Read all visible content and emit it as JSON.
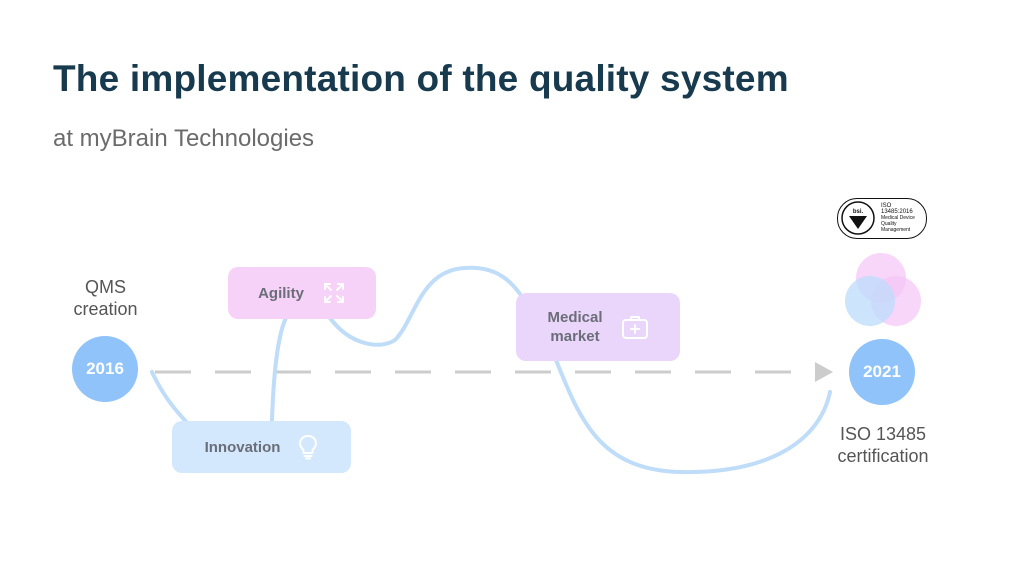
{
  "title": "The implementation of the quality system",
  "subtitle": "at myBrain Technologies",
  "milestones": {
    "start": {
      "year": "2016",
      "caption_line1": "QMS",
      "caption_line2": "creation"
    },
    "end": {
      "year": "2021",
      "caption_line1": "ISO 13485",
      "caption_line2": "certification"
    }
  },
  "stages": [
    {
      "label_line1": "Agility",
      "label_line2": "",
      "icon": "arrows-expand-icon"
    },
    {
      "label_line1": "Innovation",
      "label_line2": "",
      "icon": "lightbulb-icon"
    },
    {
      "label_line1": "Medical",
      "label_line2": "market",
      "icon": "medical-kit-icon"
    }
  ],
  "badge": {
    "brand": "bsi.",
    "line1": "ISO",
    "line2": "13485:2016",
    "line3": "Medical Device",
    "line4": "Quality",
    "line5": "Management"
  },
  "colors": {
    "title": "#173a4f",
    "year_circle": "#8fc3fa",
    "path_line": "#bfdcf9",
    "dashed_line": "#cccccc",
    "agility_box": "#f6d2f8",
    "innovation_box": "#d3e8fd",
    "medical_box": "#ebd6fb"
  }
}
